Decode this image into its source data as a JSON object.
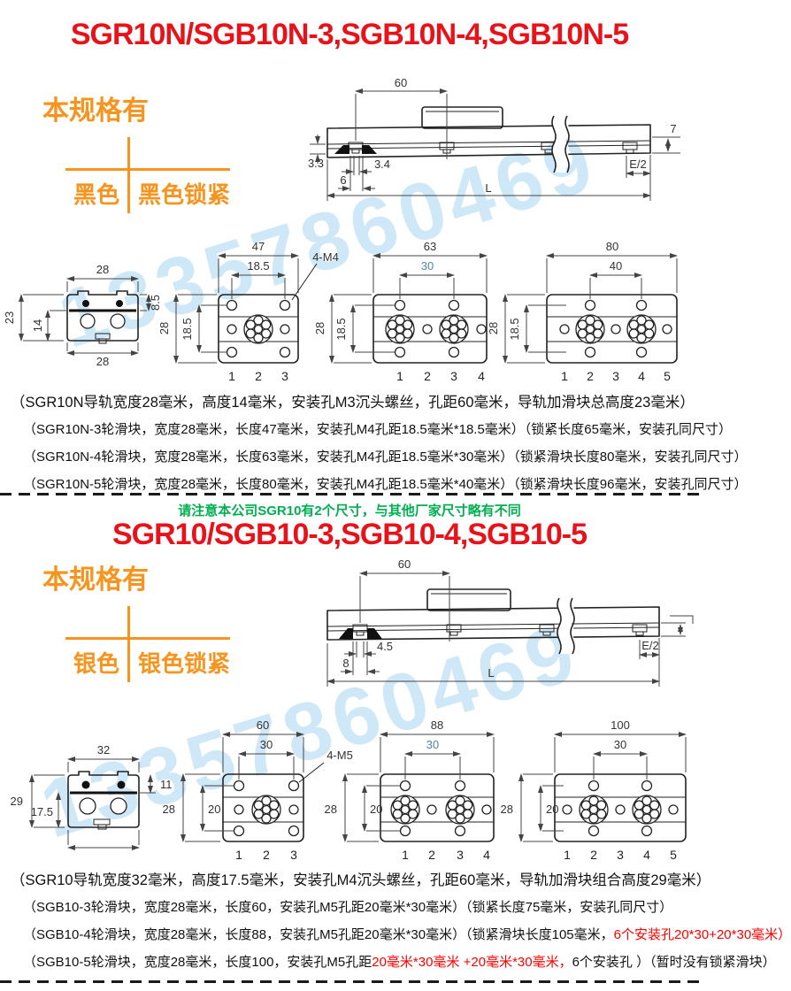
{
  "watermark": {
    "text": "13357860469"
  },
  "palette": {
    "red": "#e8121a",
    "orange": "#f7941e",
    "green": "#00b050",
    "accent_red": "#ff0000",
    "watermark_blue": "#cfe8f7"
  },
  "section1": {
    "title": "SGR10N/SGB10N-3,SGB10N-4,SGB10N-5",
    "available": {
      "heading": "本规格有",
      "left": "黑色",
      "right": "黑色锁紧"
    },
    "side_view": {
      "hole_pitch": "60",
      "edge_height": "7",
      "groove_depth": "3.3",
      "slot_width": "3.4",
      "slot_pitch": "6",
      "end_offset": "E/2",
      "length": "L"
    },
    "profile": {
      "top_width": "28",
      "total_height": "23",
      "rail_height": "14",
      "block_top": "8.5",
      "bottom_width": "28"
    },
    "plates": [
      {
        "length": "47",
        "hole_pitch": "18.5",
        "thread": "4-M4",
        "width": "28",
        "vertical_pitch": "18.5",
        "positions": [
          "1",
          "2",
          "3"
        ]
      },
      {
        "length": "63",
        "hole_pitch": "30",
        "width": "28",
        "vertical_pitch": "18.5",
        "positions": [
          "1",
          "2",
          "3",
          "4"
        ]
      },
      {
        "length": "80",
        "hole_pitch": "40",
        "width": "28",
        "vertical_pitch": "18.5",
        "positions": [
          "1",
          "2",
          "3",
          "4",
          "5"
        ]
      }
    ],
    "specs": [
      {
        "pre": "（SGR10N导轨宽度28毫米，高度14毫米，安装孔M3沉头螺丝，孔距60毫米，导轨加滑块总高度23毫米）"
      },
      {
        "pre": "（SGR10N-3轮滑块，宽度28毫米，长度47毫米，安装孔M4孔距18.5毫米*18.5毫米）（锁紧长度65毫米，安装孔同尺寸）"
      },
      {
        "pre": "（SGR10N-4轮滑块，宽度28毫米，长度63毫米，安装孔M4孔距18.5毫米*30毫米）（锁紧滑块长度80毫米，安装孔同尺寸）"
      },
      {
        "pre": "（SGR10N-5轮滑块，宽度28毫米，长度80毫米，安装孔M4孔距18.5毫米*40毫米）（锁紧滑块长度96毫米，安装孔同尺寸）"
      }
    ]
  },
  "notice": "请注意本公司SGR10有2个尺寸，与其他厂家尺寸略有不同",
  "section2": {
    "title": "SGR10/SGB10-3,SGB10-4,SGB10-5",
    "available": {
      "heading": "本规格有",
      "left": "银色",
      "right": "银色锁紧"
    },
    "side_view": {
      "hole_pitch": "60",
      "slot_width": "4.5",
      "slot_pitch": "8",
      "end_offset": "E/2",
      "length": "L"
    },
    "profile": {
      "top_width": "32",
      "total_height": "29",
      "rail_height": "17.5",
      "block_top": "11"
    },
    "plates": [
      {
        "length": "60",
        "hole_pitch": "30",
        "thread": "4-M5",
        "width": "28",
        "vertical_pitch": "20",
        "positions": [
          "1",
          "2",
          "3"
        ]
      },
      {
        "length": "88",
        "hole_pitch": "30",
        "width": "28",
        "vertical_pitch": "20",
        "positions": [
          "1",
          "2",
          "3",
          "4"
        ]
      },
      {
        "length": "100",
        "hole_pitch": "30",
        "width": "28",
        "vertical_pitch": "20",
        "positions": [
          "1",
          "2",
          "3",
          "4",
          "5"
        ]
      }
    ],
    "specs": [
      {
        "pre": "（SGR10导轨宽度32毫米，高度17.5毫米，安装孔M4沉头螺丝，孔距60毫米，导轨加滑块组合高度29毫米）"
      },
      {
        "pre": "（SGB10-3轮滑块，宽度28毫米，长度60，安装孔M5孔距20毫米*30毫米）（锁紧长度75毫米，安装孔同尺寸）"
      },
      {
        "pre": "（SGB10-4轮滑块，宽度28毫米，长度88，安装孔M5孔距20毫米*30毫米）（锁紧滑块长度105毫米，",
        "red": "6个安装孔20*30+20*30毫米）"
      },
      {
        "pre": "（SGB10-5轮滑块，宽度28毫米，长度100，安装孔M5孔距",
        "red": "20毫米*30毫米 +20毫米*30毫米，",
        "post": "6个安装孔 ）（暂时没有锁紧滑块）"
      }
    ]
  }
}
